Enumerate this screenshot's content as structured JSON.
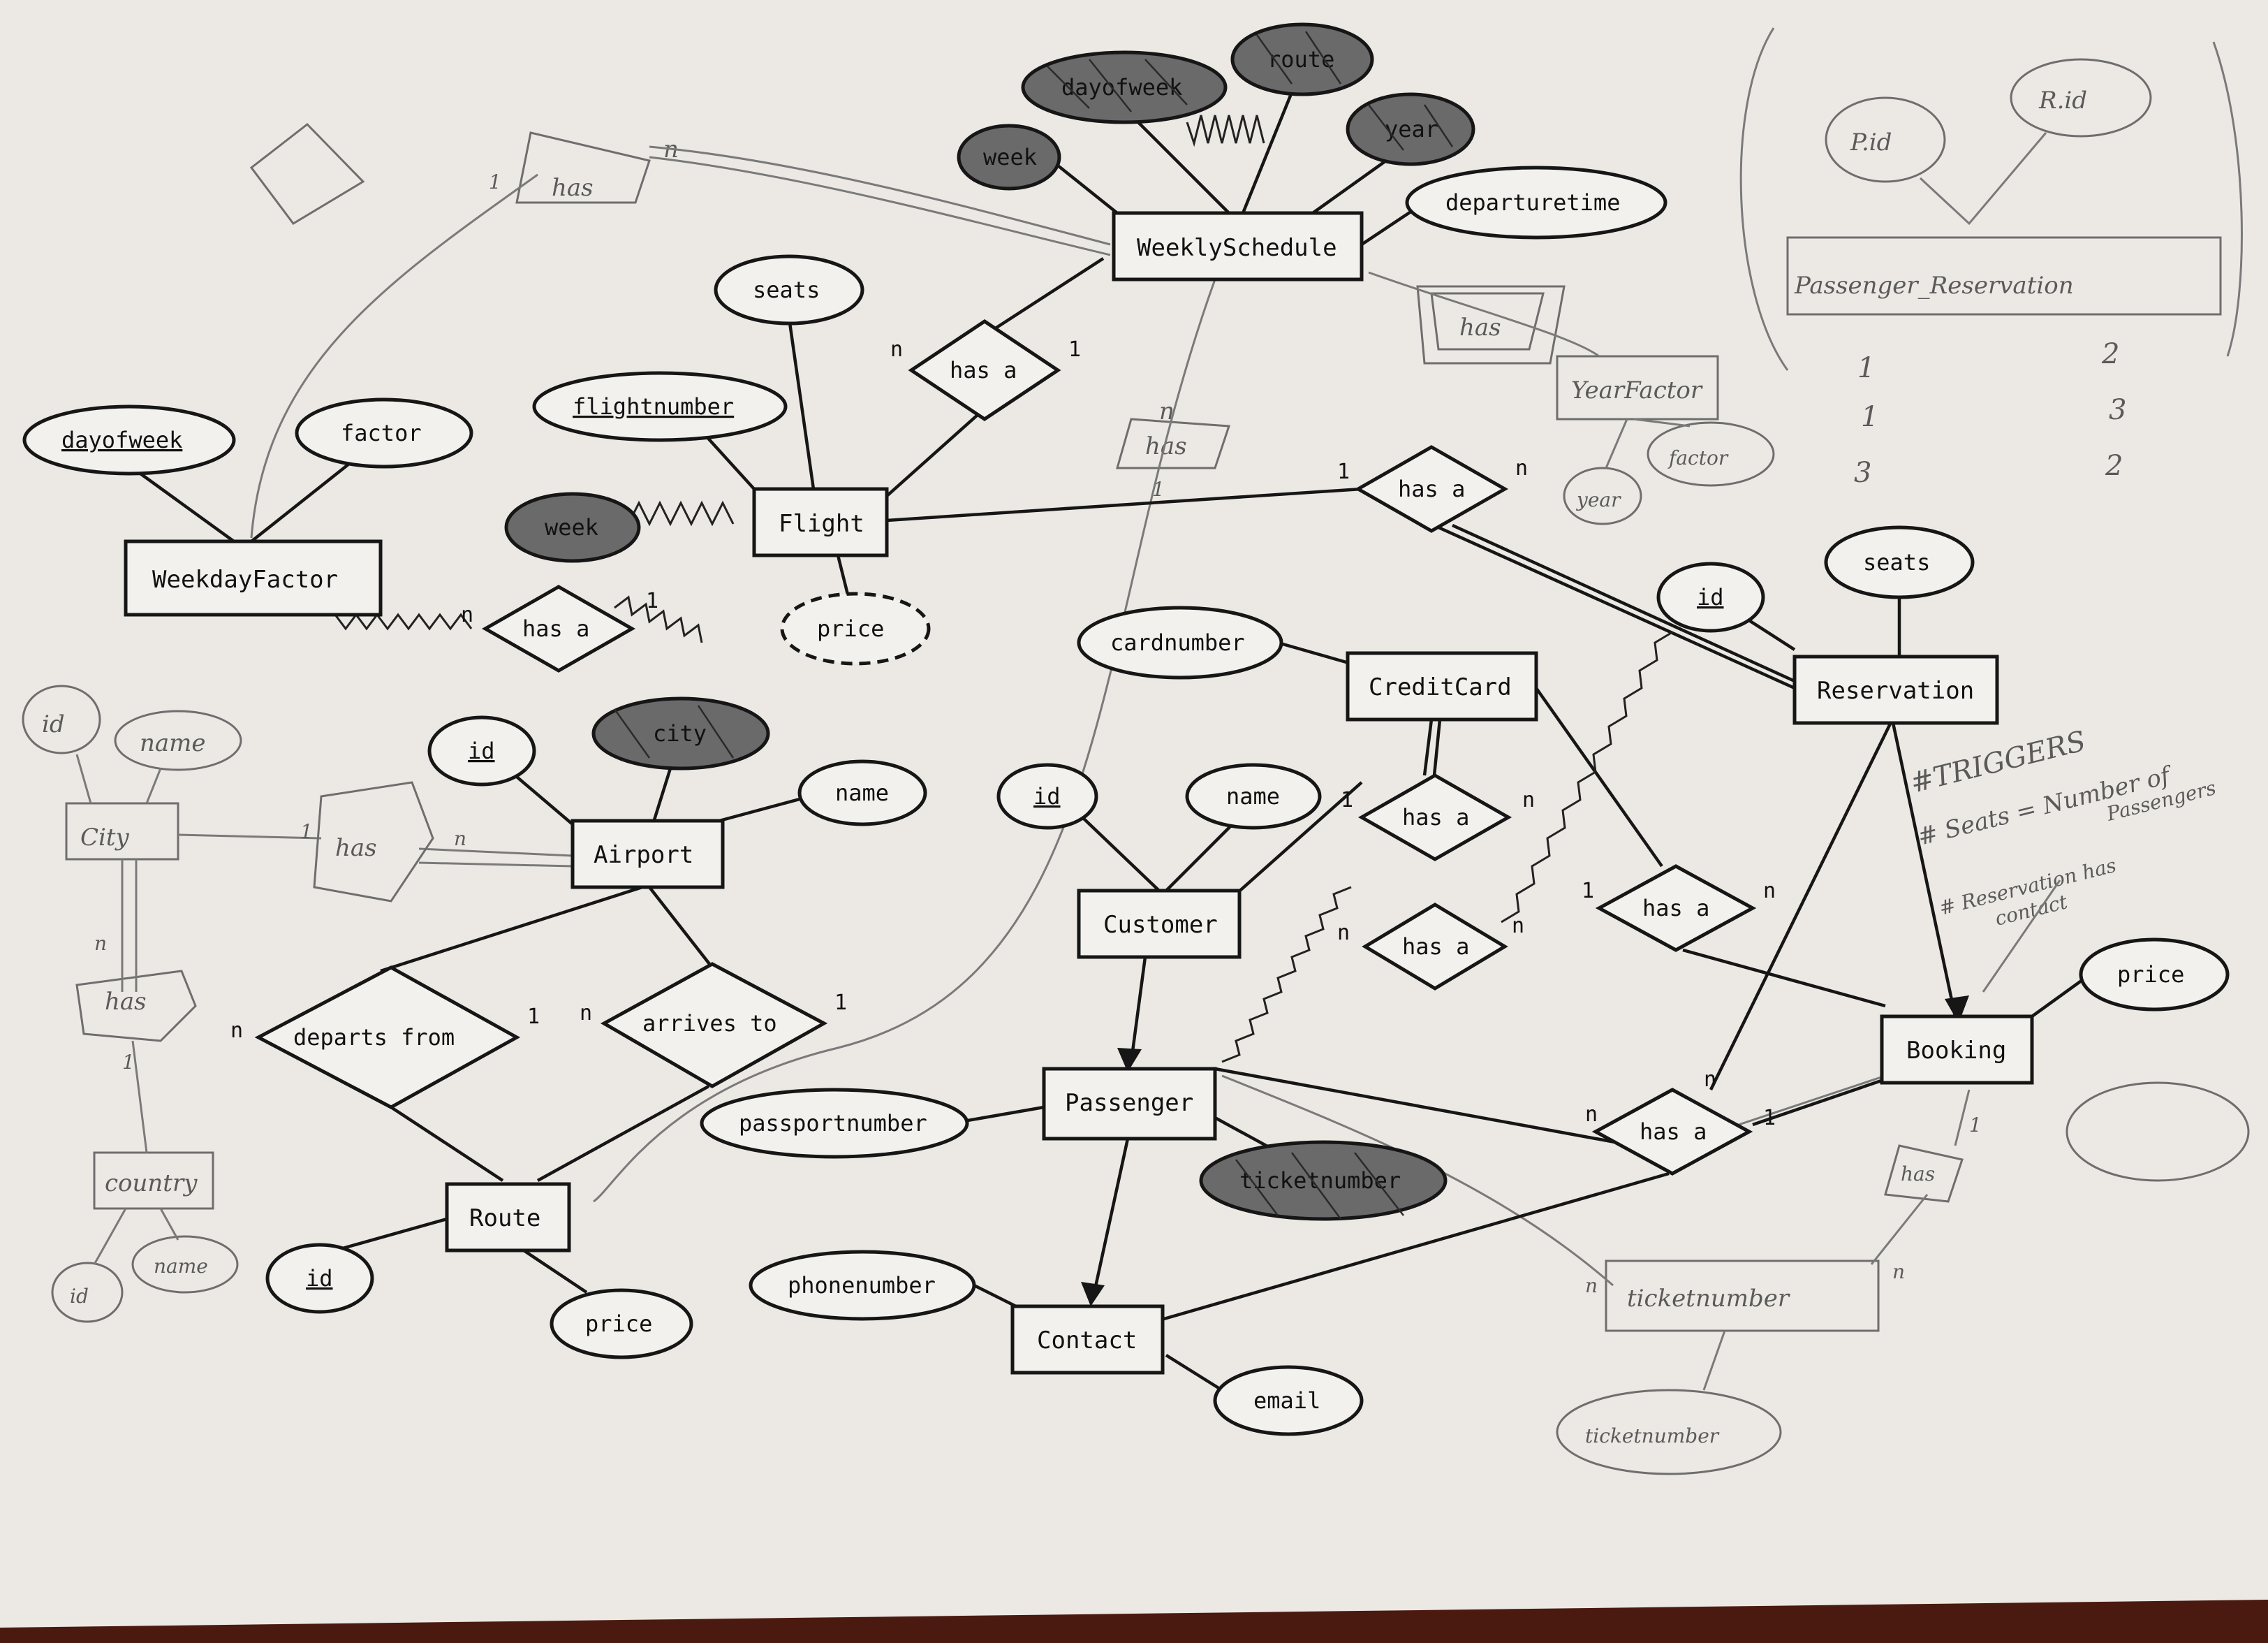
{
  "entities": {
    "weeklyschedule": "WeeklySchedule",
    "flight": "Flight",
    "weekdayfactor": "WeekdayFactor",
    "reservation": "Reservation",
    "creditcard": "CreditCard",
    "airport": "Airport",
    "customer": "Customer",
    "booking": "Booking",
    "passenger": "Passenger",
    "route": "Route",
    "contact": "Contact"
  },
  "attributes": {
    "ws_dayofweek": "dayofweek",
    "ws_route": "route",
    "ws_year": "year",
    "ws_week": "week",
    "ws_departuretime": "departuretime",
    "fl_seats": "seats",
    "fl_flightnumber": "flightnumber",
    "fl_week": "week",
    "fl_price": "price",
    "wf_dayofweek": "dayofweek",
    "wf_factor": "factor",
    "res_id": "id",
    "res_seats": "seats",
    "cc_cardnumber": "cardnumber",
    "ap_id": "id",
    "ap_city": "city",
    "ap_name": "name",
    "cu_id": "id",
    "cu_name": "name",
    "bk_price": "price",
    "pa_passportnumber": "passportnumber",
    "pa_ticketnumber": "ticketnumber",
    "ro_id": "id",
    "ro_price": "price",
    "co_phonenumber": "phonenumber",
    "co_email": "email"
  },
  "relationships": {
    "ws_flight": "has a",
    "flight_res": "has a",
    "wf_flight": "has a",
    "cc_customer": "has a",
    "cc_booking": "has a",
    "pass_res": "has a",
    "departs": "departs from",
    "arrives": "arrives to",
    "pass_booking": "has a"
  },
  "cardinalities": {
    "one": "1",
    "n": "n"
  },
  "handwriting": {
    "has": "has",
    "passenger_reservation": "Passenger_Reservation",
    "p_id": "P.id",
    "r_id": "R.id",
    "col1": [
      "1",
      "1",
      "3"
    ],
    "col2": [
      "2",
      "3",
      "2"
    ],
    "yearfactor": "YearFactor",
    "year": "year",
    "factor": "factor",
    "city": "City",
    "id": "id",
    "name": "name",
    "country": "country",
    "triggers": "#TRIGGERS",
    "seats_rule": "# Seats = Number of",
    "seats_rule2": "Passengers",
    "res_rule": "# Reservation has",
    "res_rule2": "contact",
    "ticketnumber": "ticketnumber"
  }
}
